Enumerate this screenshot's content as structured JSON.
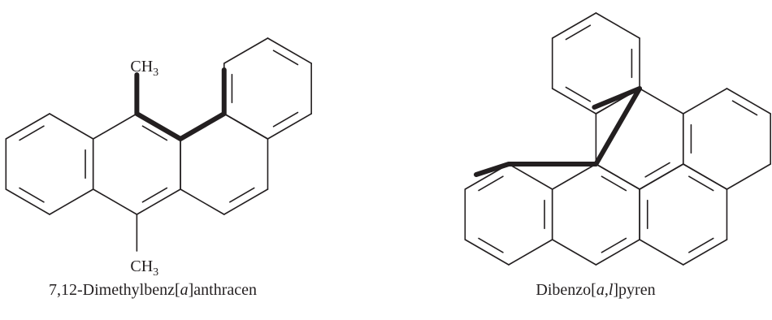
{
  "molecules": [
    {
      "caption": {
        "prefix": "7,12-Dimethylbenz[",
        "italic": "a",
        "suffix": "]anthracen"
      },
      "substituents": [
        "CH3",
        "CH3"
      ]
    },
    {
      "caption": {
        "prefix": "Dibenzo[",
        "italic": "a,l",
        "suffix": "]pyren"
      },
      "substituents": []
    }
  ],
  "colors": {
    "ink": "#231f20",
    "background": "#ffffff"
  }
}
